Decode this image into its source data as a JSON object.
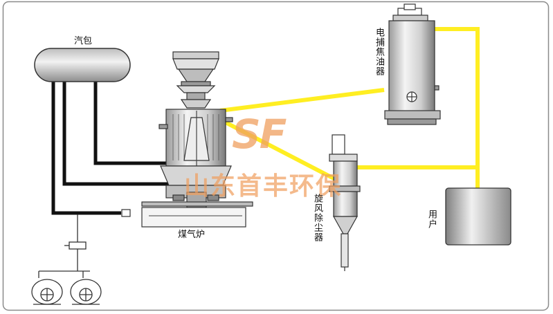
{
  "labels": {
    "steam_drum": "汽包",
    "gas_furnace": "煤气炉",
    "electric_tar_catcher": "电捕焦油器",
    "cyclone_dust_collector": "旋风除尘器",
    "user": "用户"
  },
  "watermark": {
    "logo": "SF",
    "company": "山东首丰环保"
  },
  "colors": {
    "gas_pipe": "#ffee22",
    "water_pipe": "#111111",
    "watermark": "#f0a060",
    "equipment_fill": "#d8d8d8"
  }
}
